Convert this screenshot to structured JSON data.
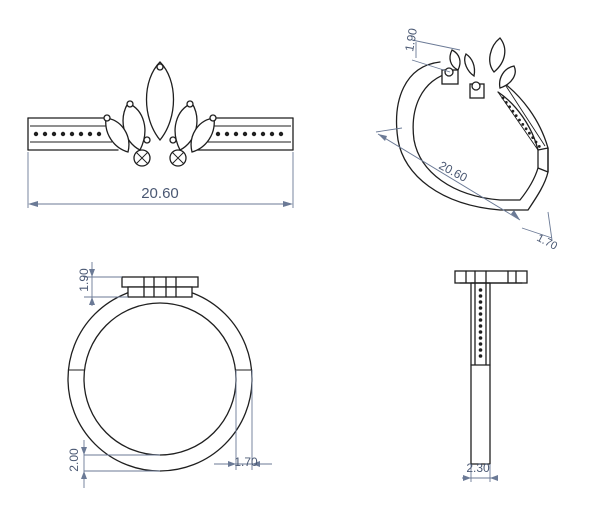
{
  "views": {
    "front": {
      "label": "front-view"
    },
    "iso": {
      "label": "isometric-view"
    },
    "side_a": {
      "label": "side-view-left"
    },
    "side_b": {
      "label": "side-view-right"
    }
  },
  "dimensions": {
    "band_length": "20.60",
    "iso_head_height": "1.90",
    "iso_band_length": "20.60",
    "iso_band_width": "1.70",
    "head_height": "1.90",
    "shank_thickness": "2.00",
    "shank_width": "1.70",
    "band_width": "2.30"
  },
  "colors": {
    "line": "#1f1f1f",
    "dimension": "#6b7a96"
  }
}
